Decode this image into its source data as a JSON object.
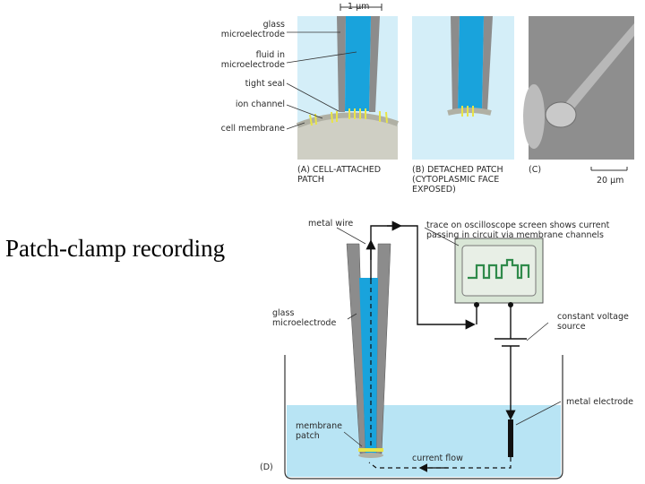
{
  "slide": {
    "title": "Patch-clamp recording"
  },
  "top_panels": {
    "scale_top": "1 μm",
    "labels": {
      "glass_microelectrode": [
        "glass",
        "microelectrode"
      ],
      "fluid": [
        "fluid in",
        "microelectrode"
      ],
      "tight_seal": "tight seal",
      "ion_channel": "ion channel",
      "cell_membrane": "cell membrane"
    },
    "caption_a": [
      "(A)  CELL-ATTACHED",
      "PATCH"
    ],
    "caption_b": [
      "(B)  DETACHED PATCH",
      "(CYTOPLASMIC FACE",
      "EXPOSED)"
    ],
    "caption_c": "(C)",
    "scale_c": "20 μm"
  },
  "bottom_panel": {
    "label_metal_wire": "metal wire",
    "label_trace": [
      "trace on oscilloscope screen shows current",
      "passing in circuit via membrane channels"
    ],
    "label_glass": [
      "glass",
      "microelectrode"
    ],
    "label_voltage": [
      "constant voltage",
      "source"
    ],
    "label_metal_electrode": "metal electrode",
    "label_membrane_patch": [
      "membrane",
      "patch"
    ],
    "label_current": "current flow",
    "caption_d": "(D)"
  },
  "colors": {
    "fluid_blue": "#19a3dc",
    "bath_blue": "#b8e4f4",
    "glass_gray": "#8c8c8c",
    "panel_bg": "#d4eef8",
    "membrane_gray": "#c8c8c0",
    "channel_yellow": "#e8e448",
    "trace_green": "#2f8a4a",
    "oscilloscope_bg": "#d9e6d6"
  }
}
